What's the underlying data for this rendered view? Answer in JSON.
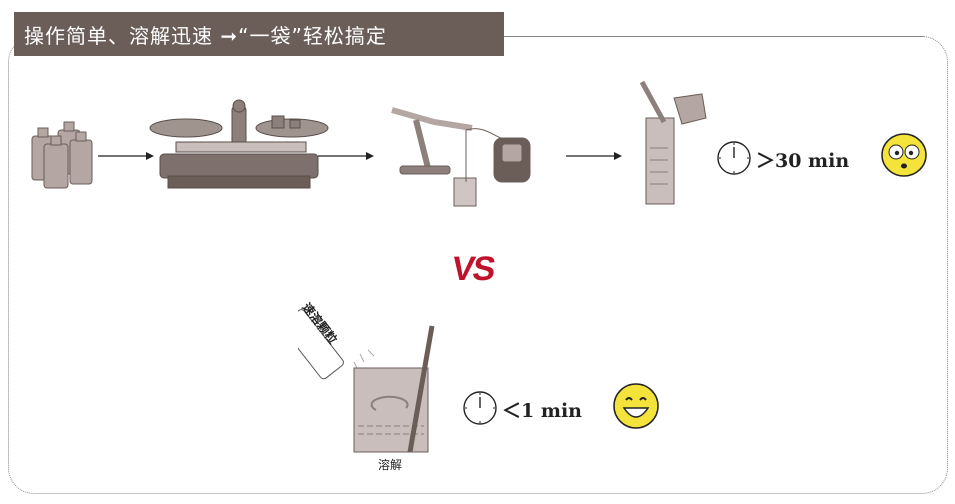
{
  "banner": {
    "title": "操作简单、溶解迅速 ➞“一袋”轻松搞定"
  },
  "traditional": {
    "time_label": "＞30 min"
  },
  "vs_label": "VS",
  "quick": {
    "time_label": "＜1 min",
    "bag_label": "速溶颗粒",
    "caption": "溶解"
  }
}
